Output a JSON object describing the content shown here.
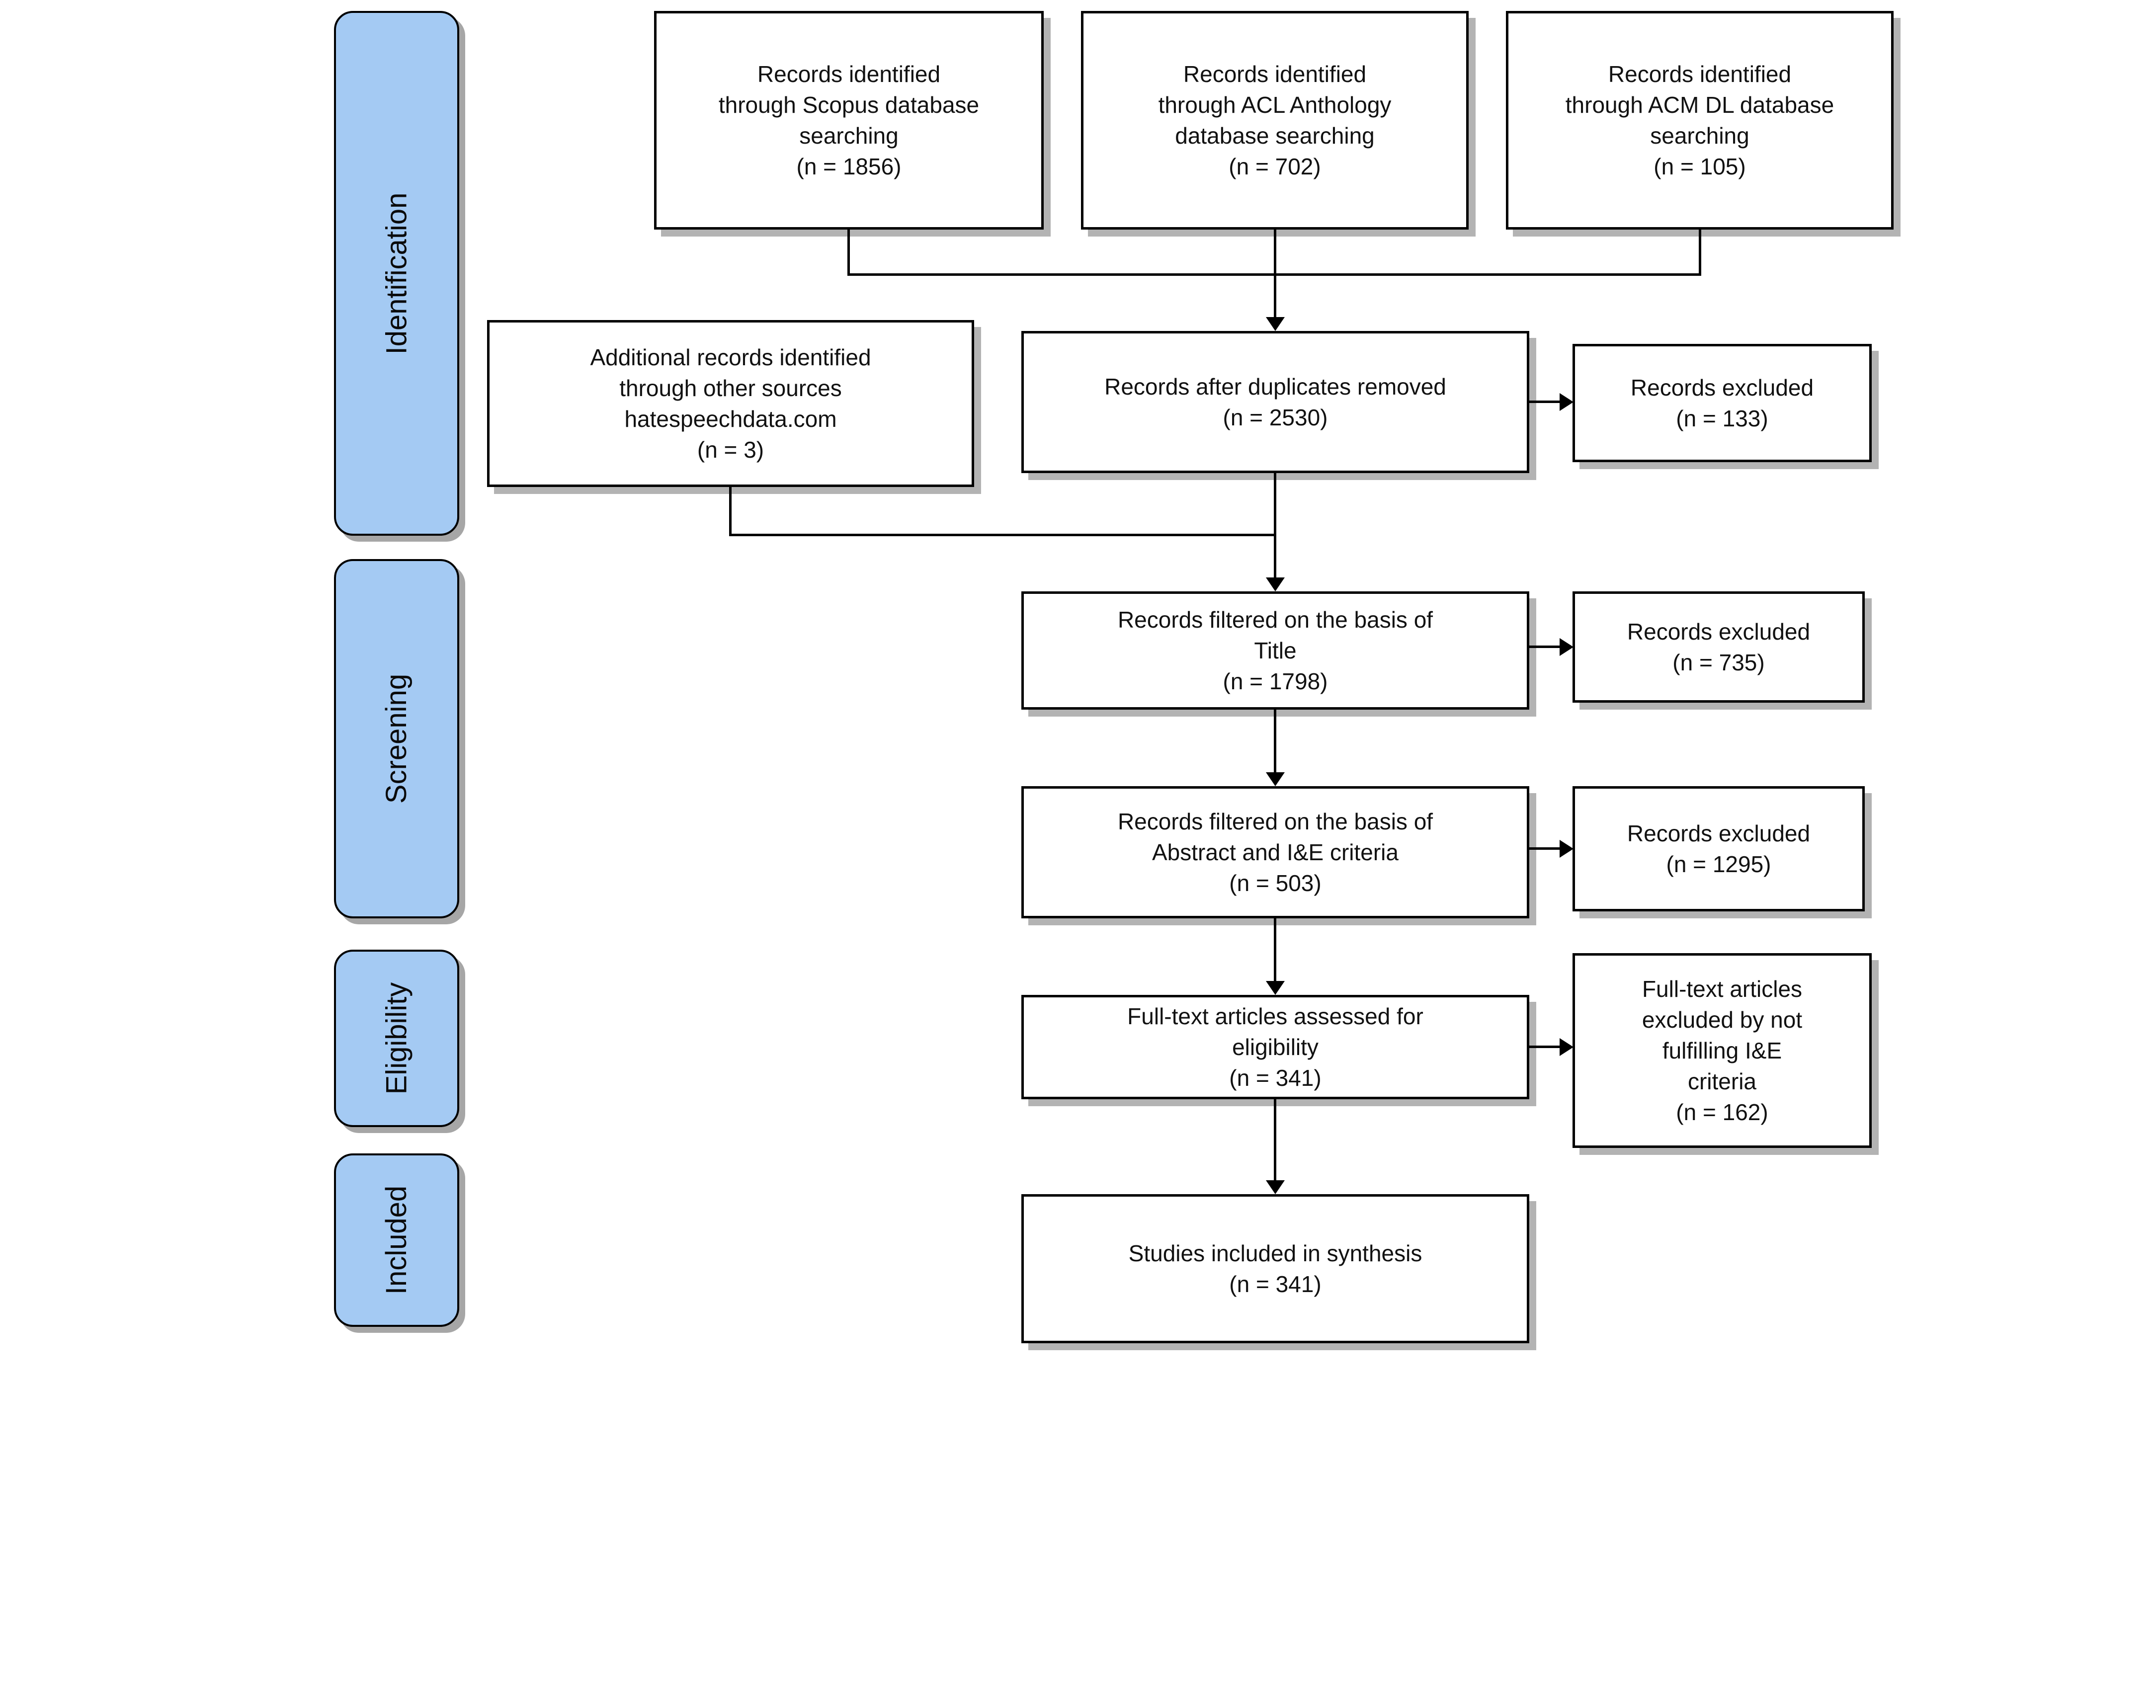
{
  "sidebar": {
    "stages": [
      {
        "label": "Identification"
      },
      {
        "label": "Screening"
      },
      {
        "label": "Eligibility"
      },
      {
        "label": "Included"
      }
    ]
  },
  "boxes": {
    "scopus": {
      "text": "Records identified\nthrough Scopus database\nsearching\n(n = 1856)"
    },
    "acl": {
      "text": "Records identified\nthrough ACL Anthology\ndatabase searching\n(n = 702)"
    },
    "acm": {
      "text": "Records identified\nthrough ACM DL database\nsearching\n(n = 105)"
    },
    "additional": {
      "text": "Additional records identified\nthrough other sources\nhatespeechdata.com\n(n = 3)"
    },
    "duplicates": {
      "text": "Records after duplicates removed\n(n = 2530)"
    },
    "excluded_duplicates": {
      "text": "Records excluded\n(n = 133)"
    },
    "title_filter": {
      "text": "Records filtered on the basis of\nTitle\n(n = 1798)"
    },
    "excluded_title": {
      "text": "Records excluded\n(n = 735)"
    },
    "abstract_filter": {
      "text": "Records filtered on the basis of\nAbstract and I&E criteria\n(n = 503)"
    },
    "excluded_abstract": {
      "text": "Records excluded\n(n = 1295)"
    },
    "fulltext": {
      "text": "Full-text articles assessed for\neligibility\n(n = 341)"
    },
    "fulltext_excluded": {
      "text": "Full-text articles\nexcluded by not\nfulfilling I&E\ncriteria\n(n = 162)"
    },
    "included_synthesis": {
      "text": "Studies included in synthesis\n(n = 341)"
    }
  },
  "edges": [
    {
      "from": "scopus",
      "to": "duplicates"
    },
    {
      "from": "acl",
      "to": "duplicates"
    },
    {
      "from": "acm",
      "to": "duplicates"
    },
    {
      "from": "duplicates",
      "to": "excluded_duplicates"
    },
    {
      "from": "duplicates",
      "to": "title_filter"
    },
    {
      "from": "additional",
      "to": "title_filter"
    },
    {
      "from": "title_filter",
      "to": "excluded_title"
    },
    {
      "from": "title_filter",
      "to": "abstract_filter"
    },
    {
      "from": "abstract_filter",
      "to": "excluded_abstract"
    },
    {
      "from": "abstract_filter",
      "to": "fulltext"
    },
    {
      "from": "fulltext",
      "to": "fulltext_excluded"
    },
    {
      "from": "fulltext",
      "to": "included_synthesis"
    }
  ],
  "colors": {
    "stage_fill": "#A4CAF3",
    "box_fill": "#FFFFFF",
    "line": "#000000",
    "shadow": "#B3B3B3"
  }
}
